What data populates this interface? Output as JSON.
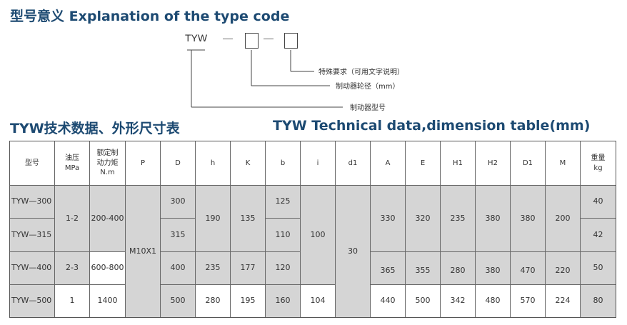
{
  "headings": {
    "top": "型号意义 Explanation of the type code",
    "table_cn": "TYW技术数据、外形尺寸表",
    "table_en": "TYW Technical data,dimension table(mm)"
  },
  "type_code": {
    "prefix": "TYW",
    "dash1": "—",
    "dash2": "—",
    "notes": [
      "特殊要求（可用文字说明）",
      "制动器轮径（mm）",
      "制动器型号"
    ]
  },
  "table": {
    "headers": [
      "型号",
      "油压\nMPa",
      "额定制\n动力矩\nN.m",
      "P",
      "D",
      "h",
      "K",
      "b",
      "i",
      "d1",
      "A",
      "E",
      "H1",
      "H2",
      "D1",
      "M",
      "重量\nkg"
    ],
    "models": [
      "TYW—300",
      "TYW—315",
      "TYW—400",
      "TYW—500"
    ],
    "pressure": [
      "1-2",
      "2-3",
      "1"
    ],
    "torque": [
      "200-400",
      "600-800",
      "1400"
    ],
    "P": "M10X1",
    "D": [
      "300",
      "315",
      "400",
      "500"
    ],
    "h": [
      "190",
      "235",
      "280"
    ],
    "K": [
      "135",
      "177",
      "195"
    ],
    "b": [
      "125",
      "110",
      "120",
      "160"
    ],
    "i": [
      "100",
      "104"
    ],
    "d1": "30",
    "A": [
      "330",
      "365",
      "440"
    ],
    "E": [
      "320",
      "355",
      "500"
    ],
    "H1": [
      "235",
      "280",
      "342"
    ],
    "H2": [
      "380",
      "380",
      "480"
    ],
    "D1": [
      "380",
      "470",
      "570"
    ],
    "M": [
      "200",
      "220",
      "224"
    ],
    "weight": [
      "40",
      "42",
      "50",
      "80"
    ]
  }
}
